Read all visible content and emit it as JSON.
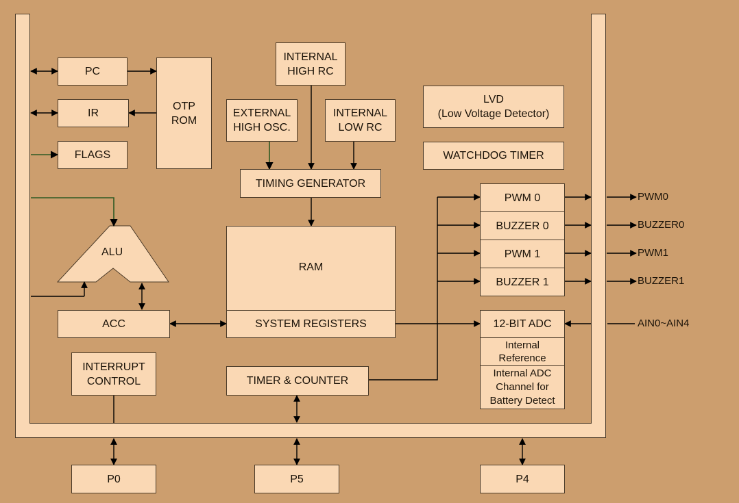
{
  "blocks": {
    "pc": "PC",
    "ir": "IR",
    "flags": "FLAGS",
    "otp_rom": "OTP\nROM",
    "internal_high_rc": "INTERNAL\nHIGH RC",
    "external_high_osc": "EXTERNAL\nHIGH OSC.",
    "internal_low_rc": "INTERNAL\nLOW RC",
    "lvd": "LVD\n(Low Voltage Detector)",
    "watchdog_timer": "WATCHDOG TIMER",
    "timing_generator": "TIMING GENERATOR",
    "alu": "ALU",
    "ram": "RAM",
    "system_registers": "SYSTEM REGISTERS",
    "acc": "ACC",
    "interrupt_control": "INTERRUPT\nCONTROL",
    "timer_counter": "TIMER & COUNTER",
    "pwm0": "PWM 0",
    "buzzer0": "BUZZER 0",
    "pwm1": "PWM 1",
    "buzzer1": "BUZZER 1",
    "adc": "12-BIT ADC",
    "internal_reference": "Internal\nReference",
    "internal_adc_channel": "Internal ADC\nChannel for\nBattery Detect",
    "p0": "P0",
    "p5": "P5",
    "p4": "P4"
  },
  "external_signals": {
    "pwm0": "PWM0",
    "buzzer0": "BUZZER0",
    "pwm1": "PWM1",
    "buzzer1": "BUZZER1",
    "ain": "AIN0~AIN4"
  },
  "colors": {
    "background": "#CC9E6E",
    "block_fill": "#FAD8B4",
    "wire": "#000000",
    "bus_tap": "#2E5A24"
  }
}
